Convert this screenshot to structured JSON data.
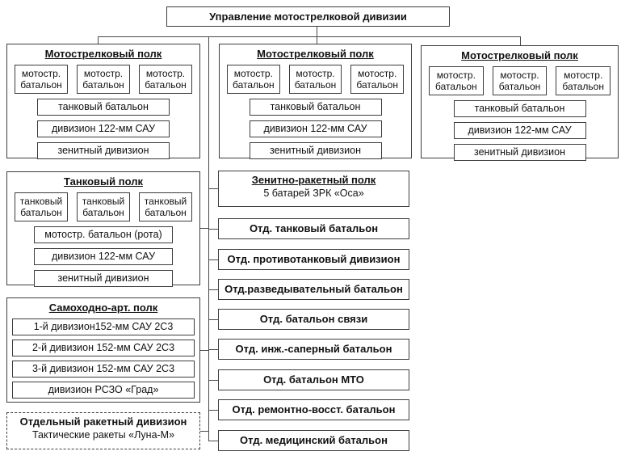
{
  "root": {
    "label": "Управление мотострелковой дивизии"
  },
  "msp": {
    "title": "Мотострелковый полк",
    "sub_line1": "мотостр.",
    "sub_line2": "батальон",
    "rows": [
      "танковый батальон",
      "дивизион 122-мм САУ",
      "зенитный дивизион"
    ]
  },
  "tank": {
    "title": "Танковый полк",
    "sub_line1": "танковый",
    "sub_line2": "батальон",
    "rows": [
      "мотостр. батальон (рота)",
      "дивизион 122-мм САУ",
      "зенитный дивизион"
    ]
  },
  "artillery": {
    "title": "Самоходно-арт. полк",
    "rows": [
      "1-й дивизион152-мм САУ 2С3",
      "2-й дивизион 152-мм САУ 2С3",
      "3-й дивизион 152-мм САУ 2С3",
      "дивизион РСЗО «Град»"
    ]
  },
  "rocket": {
    "title": "Отдельный ракетный дивизион",
    "subtitle": "Тактические ракеты «Луна-М»"
  },
  "sam": {
    "title": "Зенитно-ракетный полк",
    "subtitle": "5 батарей ЗРК «Оса»"
  },
  "separate_units": [
    "Отд. танковый батальон",
    "Отд. противотанковый дивизион",
    "Отд.разведывательный батальон",
    "Отд. батальон связи",
    "Отд. инж.-саперный батальон",
    "Отд. батальон МТО",
    "Отд. ремонтно-восст. батальон",
    "Отд. медицинский батальон"
  ],
  "colors": {
    "border": "#3c3c3c",
    "connector": "#4a4a4a",
    "background": "#ffffff",
    "text": "#111111"
  }
}
